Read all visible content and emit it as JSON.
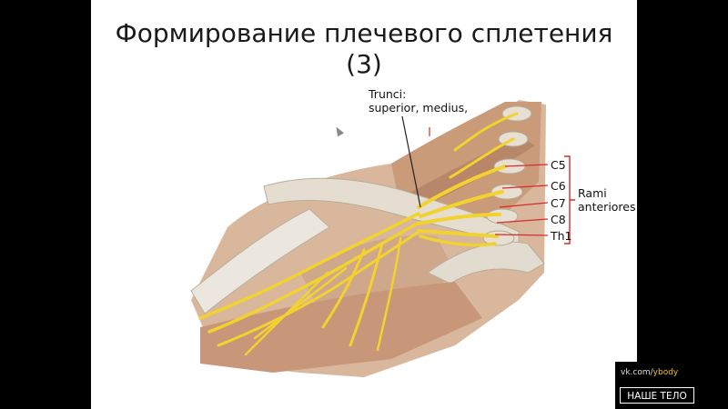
{
  "slide": {
    "title_line1": "Формирование плечевого сплетения",
    "title_line2": "(3)"
  },
  "labels": {
    "trunci_line1": "Trunci:",
    "trunci_line2": "superior, medius,",
    "roots": [
      "C5",
      "C6",
      "C7",
      "C8",
      "Th1"
    ],
    "rami_line1": "Rami",
    "rami_line2": "anteriores"
  },
  "watermark": {
    "url_prefix": "vk.com/",
    "url_highlight": "ybody",
    "brand": "НАШЕ ТЕЛО"
  },
  "colors": {
    "nerve": "#f2d22e",
    "bracket": "#d62c2c",
    "muscle": "#c9a487",
    "bone": "#e7e1d6",
    "background": "#000000",
    "slide": "#ffffff"
  }
}
